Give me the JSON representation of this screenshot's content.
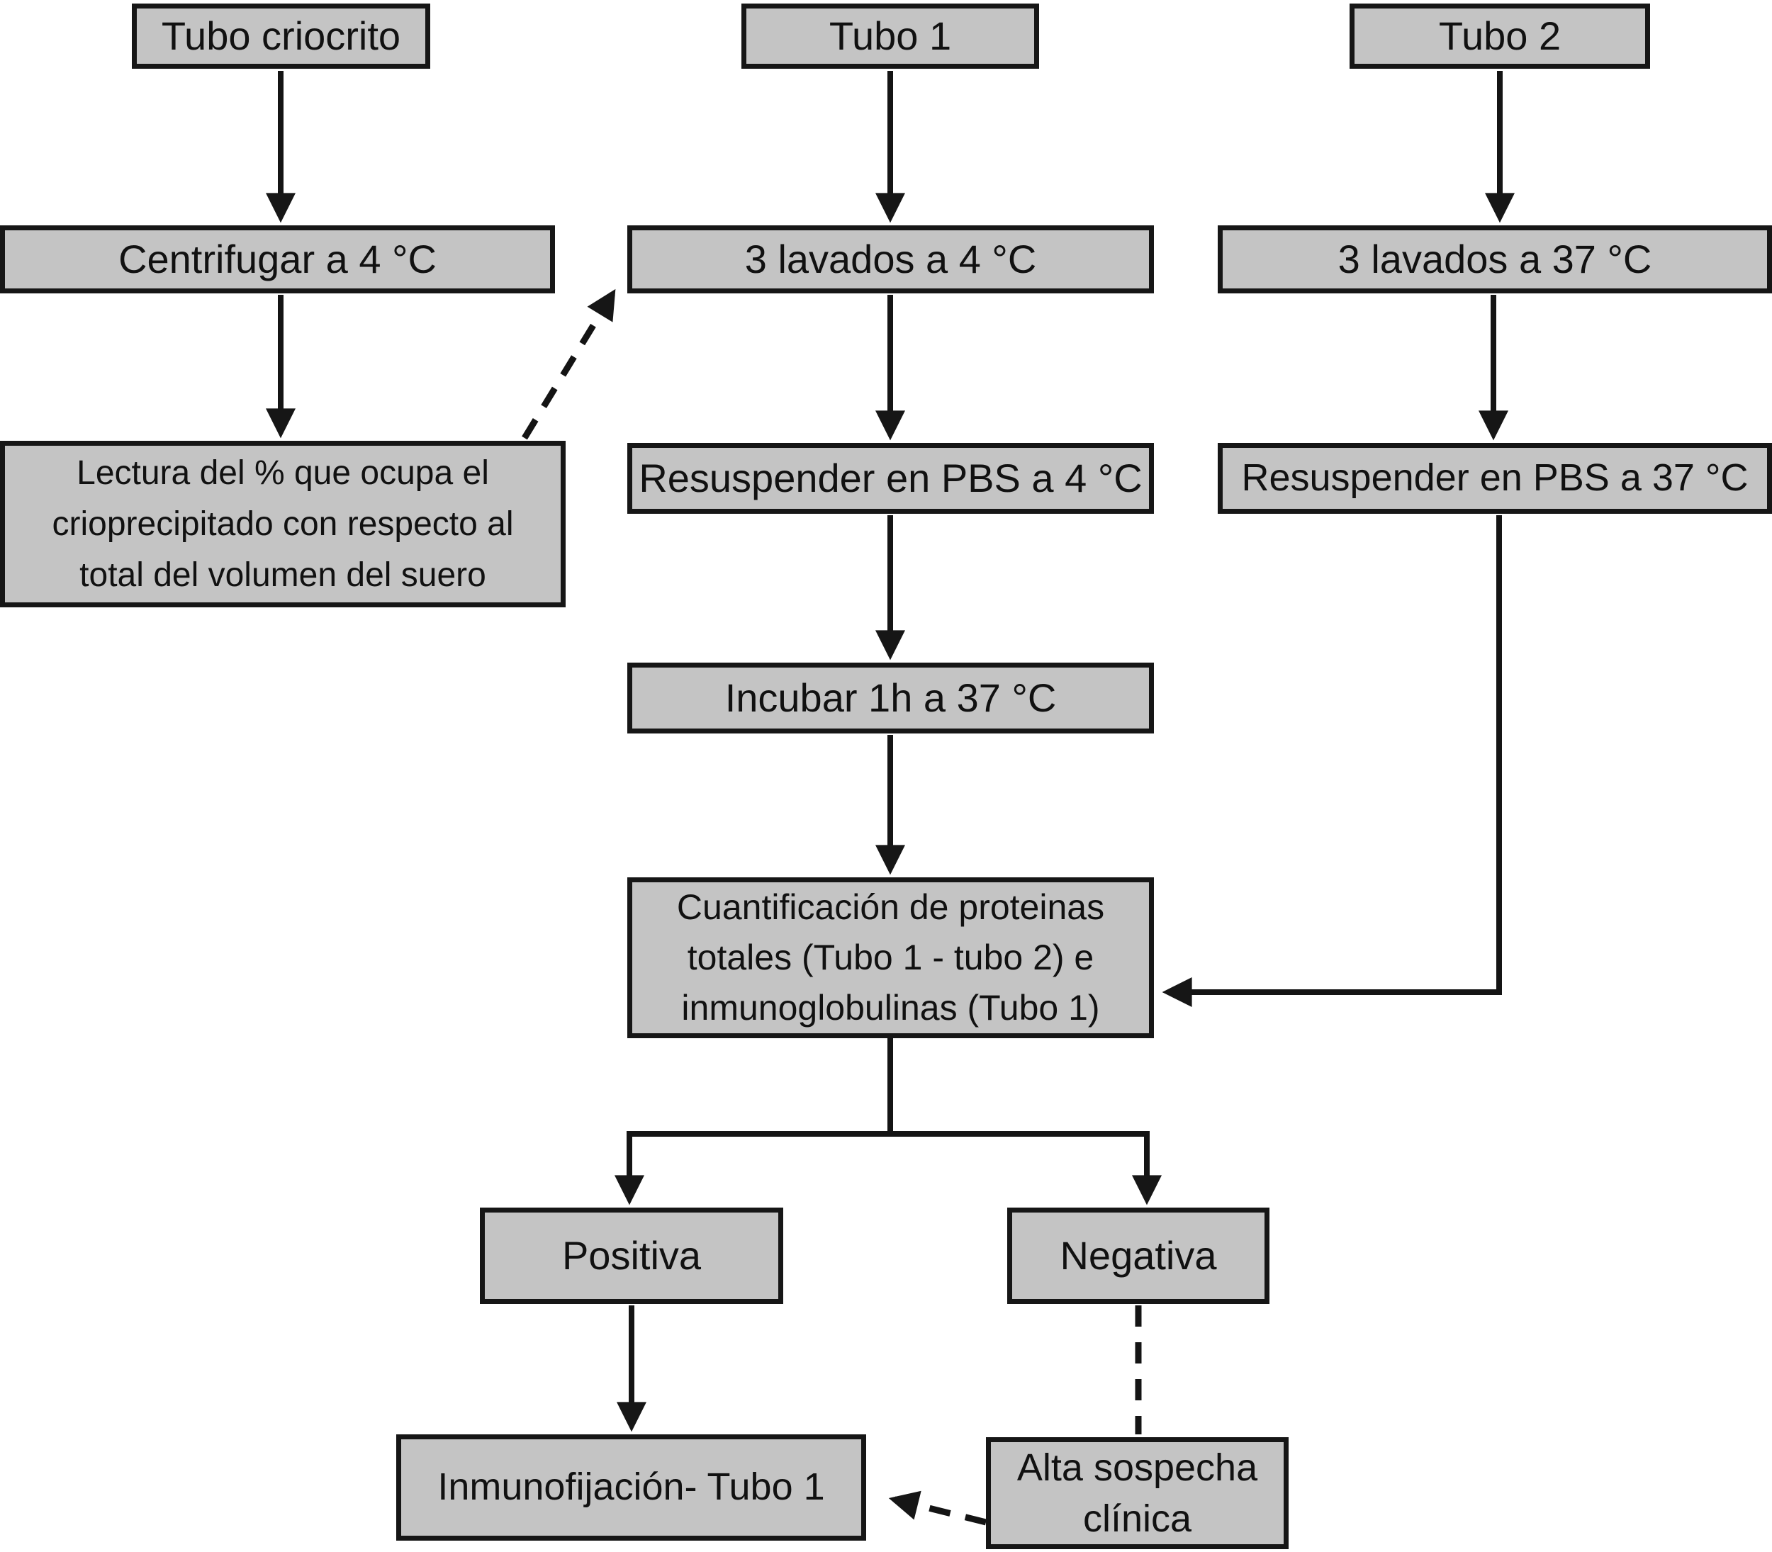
{
  "diagram": {
    "title_implicit": "",
    "nodes": {
      "tubo_criocrito": {
        "label": "Tubo criocrito"
      },
      "tubo1": {
        "label": "Tubo 1"
      },
      "tubo2": {
        "label": "Tubo 2"
      },
      "centrifugar": {
        "label": "Centrifugar a 4 °C"
      },
      "lavados4": {
        "label": "3 lavados a 4 °C"
      },
      "lavados37": {
        "label": "3 lavados a 37 °C"
      },
      "lectura": {
        "lines": [
          "Lectura del % que ocupa el",
          "crioprecipitado con respecto al",
          "total del volumen del suero"
        ]
      },
      "resuspender4": {
        "label": "Resuspender en PBS a 4 °C"
      },
      "resuspender37": {
        "label": "Resuspender en PBS a 37 °C"
      },
      "incubar": {
        "label": "Incubar 1h a 37 °C"
      },
      "cuantificacion": {
        "lines": [
          "Cuantificación de proteinas",
          "totales (Tubo 1 - tubo 2) e",
          "inmunoglobulinas (Tubo 1)"
        ]
      },
      "positiva": {
        "label": "Positiva"
      },
      "negativa": {
        "label": "Negativa"
      },
      "inmunofijacion": {
        "label": "Inmunofijación- Tubo 1"
      },
      "alta_sospecha": {
        "lines": [
          "Alta sospecha",
          "clínica"
        ]
      }
    },
    "colors": {
      "box_fill": "#c4c4c4",
      "box_border": "#161616",
      "connector": "#141414",
      "background": "#ffffff"
    }
  }
}
